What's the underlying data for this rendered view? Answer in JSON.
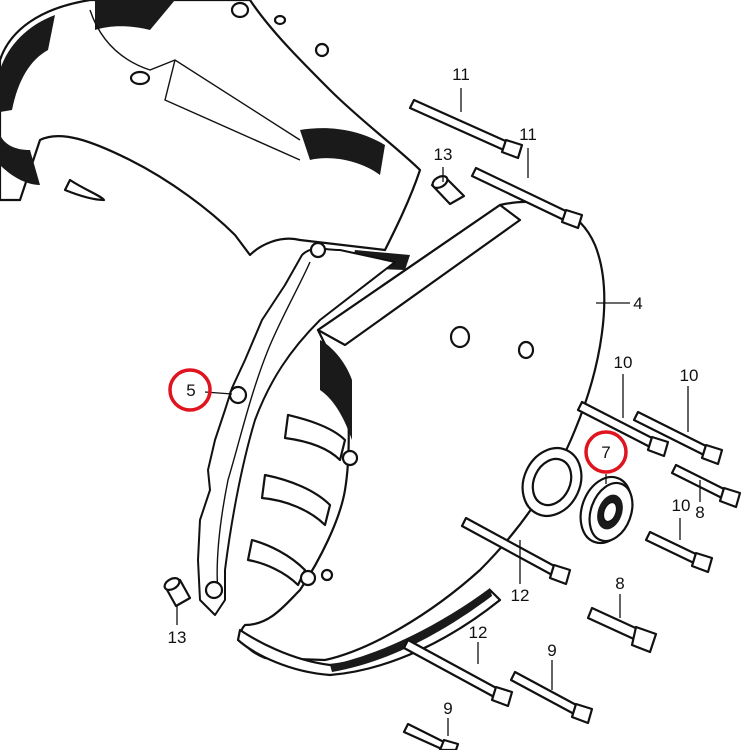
{
  "diagram": {
    "callouts": [
      "4",
      "5",
      "7",
      "8",
      "8",
      "9",
      "9",
      "10",
      "10",
      "10",
      "11",
      "11",
      "12",
      "12",
      "13",
      "13"
    ],
    "highlighted_parts": [
      "5",
      "7"
    ],
    "highlight_color": "#e0141e",
    "ink_color": "#111111"
  }
}
